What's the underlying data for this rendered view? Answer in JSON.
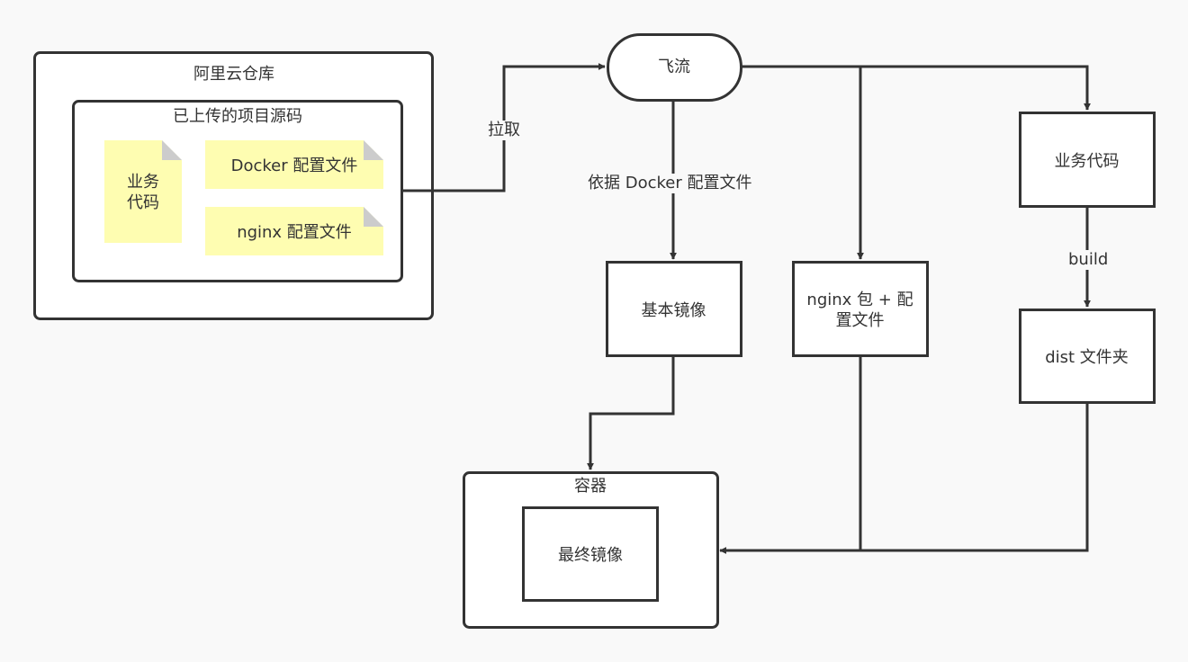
{
  "diagram": {
    "colors": {
      "background": "#f9f9f9",
      "stroke": "#333333",
      "node_fill": "#ffffff",
      "note_fill": "#fefdb1",
      "note_fold": "#cccccc",
      "text": "#333333"
    },
    "containers": {
      "aliyun_repo": {
        "label": "阿里云仓库"
      },
      "uploaded_source": {
        "label": "已上传的项目源码"
      },
      "container": {
        "label": "容器"
      }
    },
    "notes": {
      "business_code": {
        "line1": "业务",
        "line2": "代码"
      },
      "docker_config": {
        "label": "Docker 配置文件"
      },
      "nginx_config": {
        "label": "nginx 配置文件"
      }
    },
    "nodes": {
      "feiliu": {
        "label": "飞流"
      },
      "base_image": {
        "label": "基本镜像"
      },
      "nginx_pkg": {
        "line1": "nginx 包 + 配",
        "line2": "置文件"
      },
      "business_code": {
        "label": "业务代码"
      },
      "dist_folder": {
        "label": "dist 文件夹"
      },
      "final_image": {
        "label": "最终镜像"
      }
    },
    "edges": {
      "pull": {
        "label": "拉取"
      },
      "docker_build": {
        "label": "依据 Docker 配置文件"
      },
      "build": {
        "label": "build"
      }
    }
  }
}
